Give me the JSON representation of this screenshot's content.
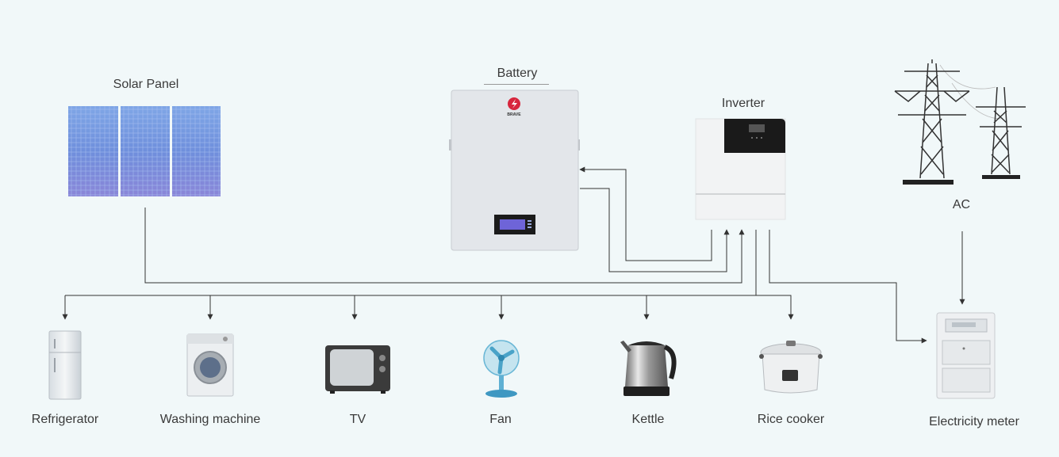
{
  "components": {
    "solar_panel": "Solar Panel",
    "battery": "Battery",
    "battery_brand": "BRAVE",
    "inverter": "Inverter",
    "ac": "AC",
    "electricity_meter": "Electricity meter"
  },
  "appliances": [
    {
      "key": "refrigerator",
      "label": "Refrigerator"
    },
    {
      "key": "washing-machine",
      "label": "Washing machine"
    },
    {
      "key": "tv",
      "label": "TV"
    },
    {
      "key": "fan",
      "label": "Fan"
    },
    {
      "key": "kettle",
      "label": "Kettle"
    },
    {
      "key": "rice-cooker",
      "label": "Rice cooker"
    }
  ],
  "colors": {
    "background": "#f1f8f9",
    "wire": "#333333",
    "panel_blue": "#6e8fd6",
    "battery_body": "#e4e6ea",
    "brand_red": "#d7263d"
  }
}
